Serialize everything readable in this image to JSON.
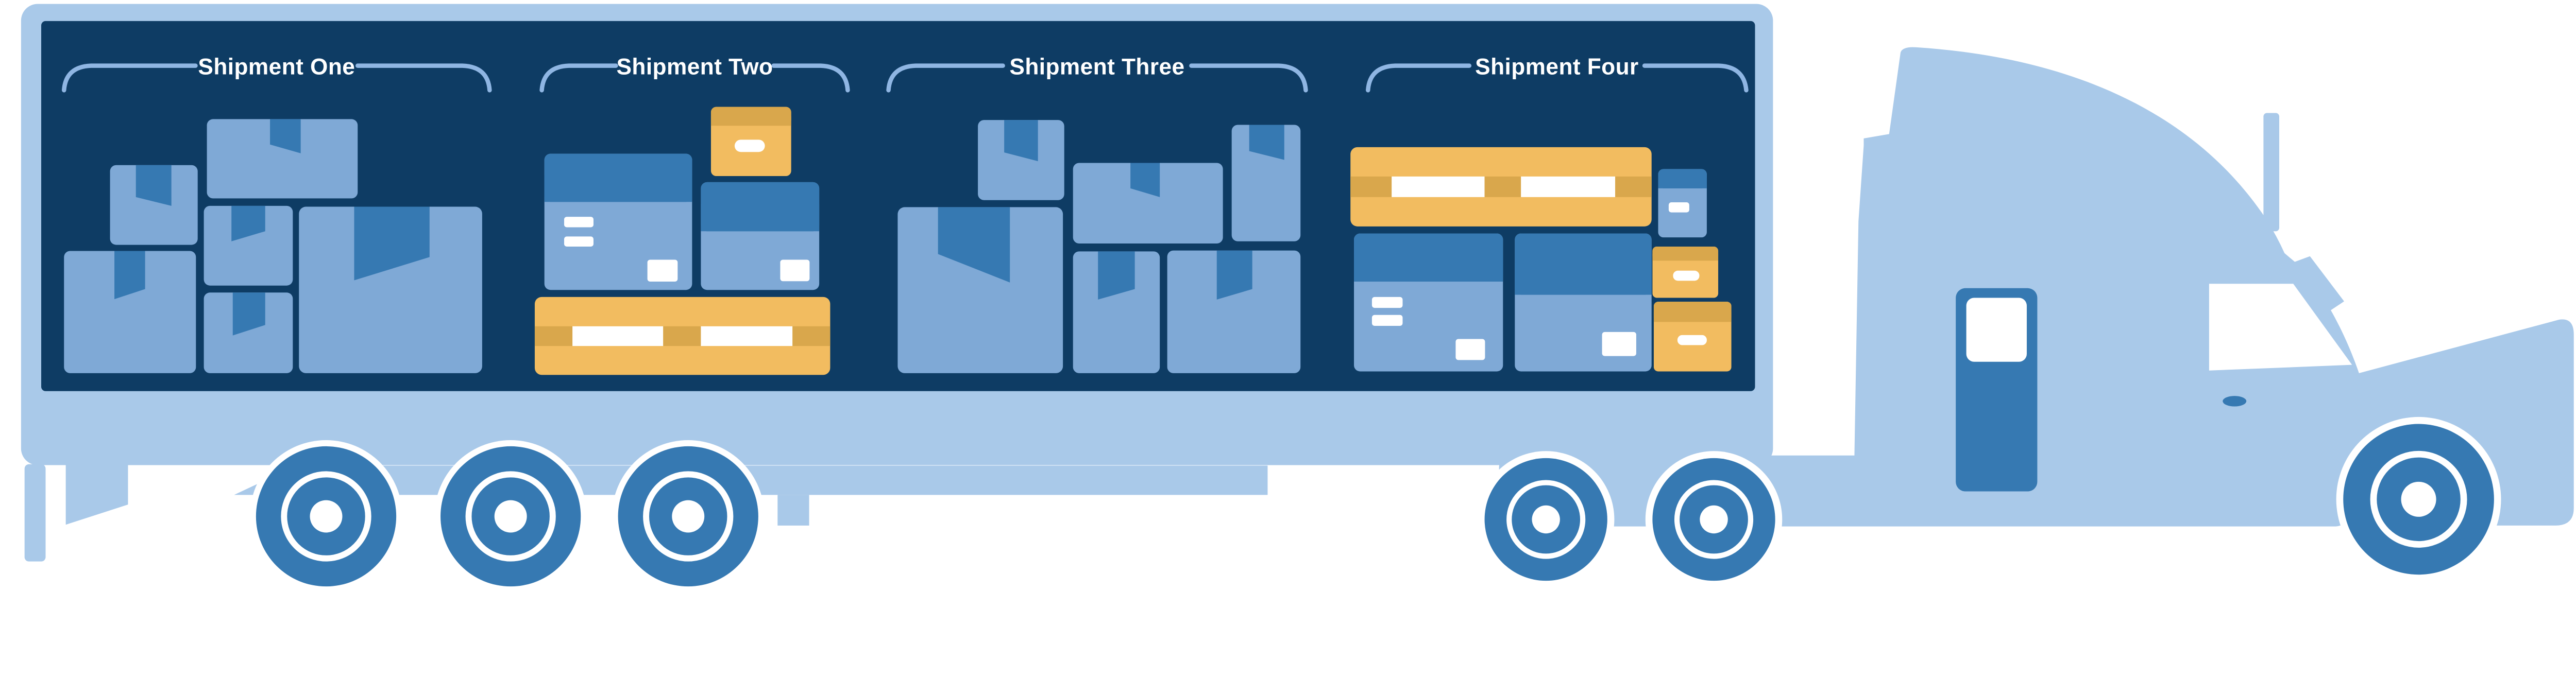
{
  "illustration": {
    "description": "Cutaway side view of a semi truck trailer showing four labeled shipments of boxes and pallets",
    "vehicle": "semi-truck"
  },
  "shipments": [
    {
      "label": "Shipment One",
      "boxes": 6,
      "pallets": 0
    },
    {
      "label": "Shipment Two",
      "boxes": 3,
      "pallets": 1
    },
    {
      "label": "Shipment Three",
      "boxes": 6,
      "pallets": 0
    },
    {
      "label": "Shipment Four",
      "boxes": 5,
      "pallets": 1
    }
  ],
  "colors": {
    "page_bg": "#FFFFFF",
    "truck_body": "#A9C9E9",
    "trailer_interior": "#0E3C64",
    "box_blue": "#7FA9D6",
    "box_dark_blue": "#3679B2",
    "pallet_yellow": "#F2BC60",
    "pallet_yellow_dark": "#D9A74C",
    "bracket_line": "#8FB6E3",
    "label_text": "#FFFFFF",
    "white": "#FFFFFF"
  }
}
